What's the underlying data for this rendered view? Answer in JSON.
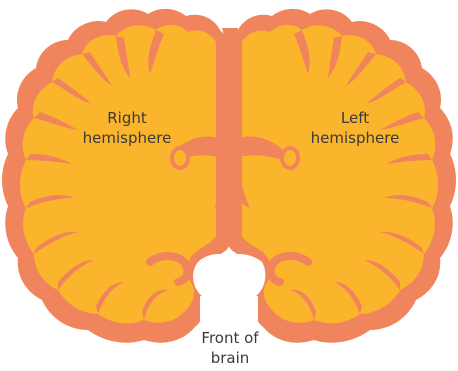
{
  "labels": {
    "right_hemisphere": [
      "Right",
      "hemisphere"
    ],
    "left_hemisphere": [
      "Left",
      "hemisphere"
    ],
    "front_of_brain": [
      "Front of",
      "brain"
    ]
  },
  "colors": {
    "grey_matter": "#f0845c",
    "white_matter": "#fbb52c",
    "background": "#ffffff"
  }
}
